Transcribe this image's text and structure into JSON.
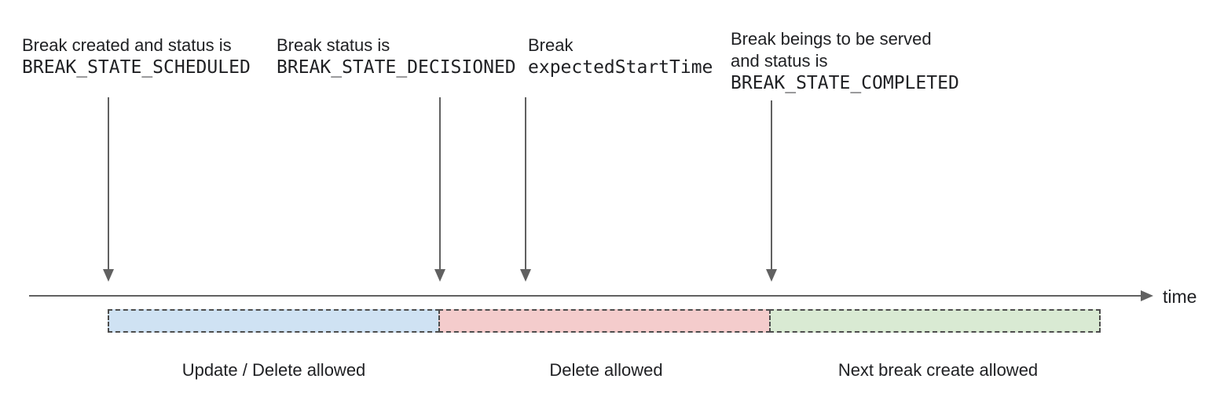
{
  "figure": {
    "axis_label": "time"
  },
  "annotations": [
    {
      "line1": "Break created and status is",
      "code": "BREAK_STATE_SCHEDULED"
    },
    {
      "line1": "Break status is",
      "code": "BREAK_STATE_DECISIONED"
    },
    {
      "line1": "Break",
      "code": "expectedStartTime"
    },
    {
      "line1": "Break beings to be served",
      "line2": "and status is",
      "code": "BREAK_STATE_COMPLETED"
    }
  ],
  "segments": [
    {
      "label": "Update / Delete allowed",
      "fill": "#cfe2f3"
    },
    {
      "label": "Delete allowed",
      "fill": "#f4cccc"
    },
    {
      "label": "Next break create allowed",
      "fill": "#d9ead3"
    }
  ],
  "colors": {
    "arrow": "#616161",
    "bar_border": "#4d4d4d",
    "text": "#202124"
  }
}
